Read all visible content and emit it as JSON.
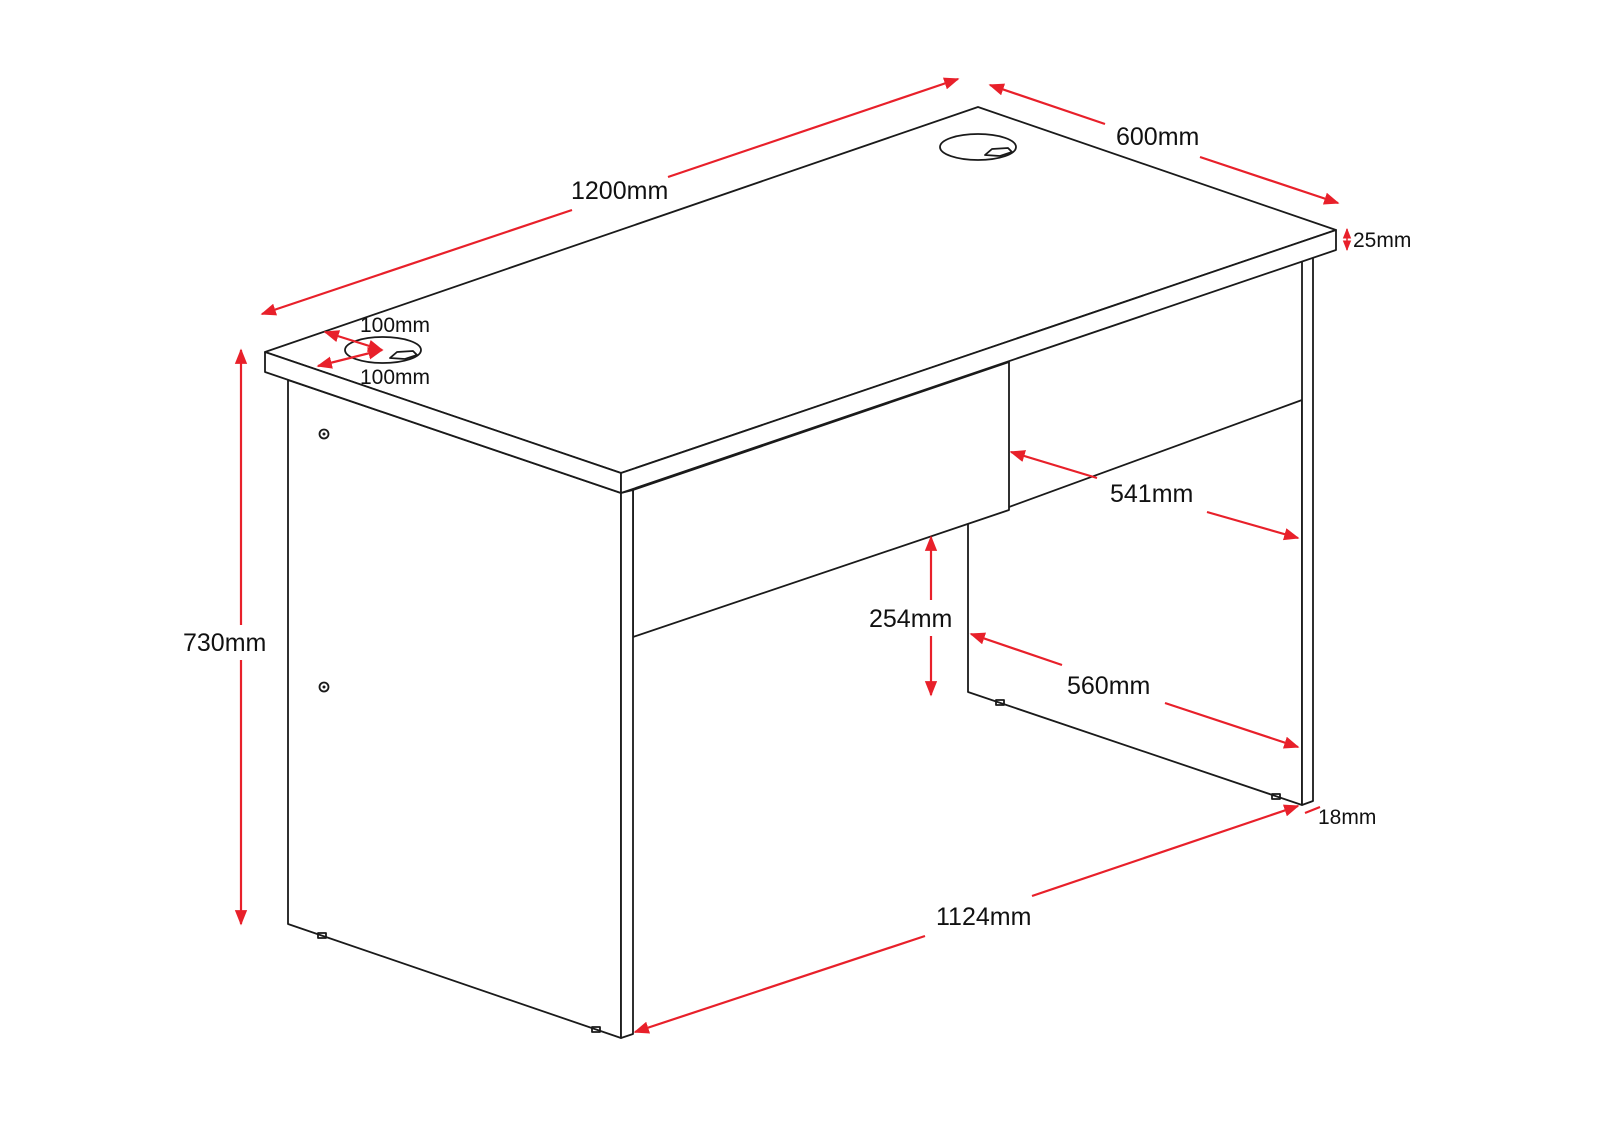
{
  "title": "Desk dimension diagram",
  "colors": {
    "dimension": "#e8202a",
    "outline": "#1a1a1a"
  },
  "dimensions": {
    "width": "1200mm",
    "depth": "600mm",
    "top_thickness": "25mm",
    "height": "730mm",
    "inner_depth": "541mm",
    "modesty_height": "254mm",
    "leg_depth": "560mm",
    "inner_width": "1124mm",
    "panel_thickness": "18mm",
    "grommet_offset_back": "100mm",
    "grommet_offset_side": "100mm"
  }
}
